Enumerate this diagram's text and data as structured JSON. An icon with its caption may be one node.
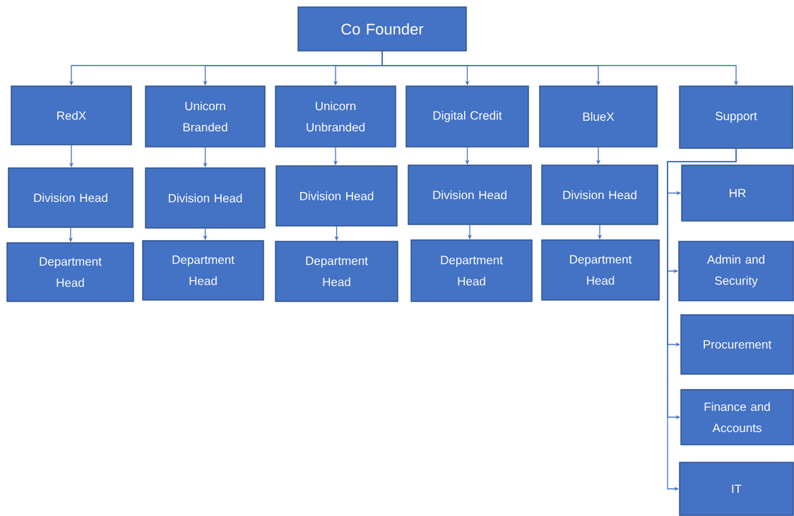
{
  "diagram": {
    "nodes": [
      {
        "text": [
          "Co Founder"
        ]
      },
      {
        "text": [
          "RedX"
        ]
      },
      {
        "text": [
          "Unicorn Branded"
        ]
      },
      {
        "text": [
          "Unicorn Unbranded"
        ]
      },
      {
        "text": [
          "Digital Credit"
        ]
      },
      {
        "text": [
          "BlueX"
        ]
      },
      {
        "text": [
          "Support"
        ]
      },
      {
        "text": [
          "Division Head"
        ]
      },
      {
        "text": [
          "Department Head"
        ]
      },
      {
        "text": [
          "Division Head"
        ]
      },
      {
        "text": [
          "Department Head"
        ]
      },
      {
        "text": [
          "Division Head"
        ]
      },
      {
        "text": [
          "Department Head"
        ]
      },
      {
        "text": [
          "Division Head"
        ]
      },
      {
        "text": [
          "Department Head"
        ]
      },
      {
        "text": [
          "Division Head"
        ]
      },
      {
        "text": [
          "Department Head"
        ]
      },
      {
        "text": [
          "HR"
        ]
      },
      {
        "text": [
          "Admin and Security"
        ]
      },
      {
        "text": [
          "Procurement"
        ]
      },
      {
        "text": [
          "Finance and Accounts"
        ]
      },
      {
        "text": [
          "IT"
        ]
      }
    ],
    "edges": [
      {
        "from": 0,
        "to": 1,
        "arrow": "to"
      },
      {
        "from": 0,
        "to": 2,
        "arrow": "to"
      },
      {
        "from": 0,
        "to": 3,
        "arrow": "to"
      },
      {
        "from": 0,
        "to": 4,
        "arrow": "to"
      },
      {
        "from": 0,
        "to": 5,
        "arrow": "to"
      },
      {
        "from": 0,
        "to": 6,
        "arrow": "to"
      },
      {
        "from": 1,
        "to": 7,
        "arrow": "to"
      },
      {
        "from": 7,
        "to": 8,
        "arrow": "to"
      },
      {
        "from": 2,
        "to": 9,
        "arrow": "to"
      },
      {
        "from": 9,
        "to": 10,
        "arrow": "to"
      },
      {
        "from": 3,
        "to": 11,
        "arrow": "to"
      },
      {
        "from": 11,
        "to": 12,
        "arrow": "to"
      },
      {
        "from": 4,
        "to": 13,
        "arrow": "to"
      },
      {
        "from": 13,
        "to": 14,
        "arrow": "to"
      },
      {
        "from": 5,
        "to": 15,
        "arrow": "to"
      },
      {
        "from": 15,
        "to": 16,
        "arrow": "to"
      },
      {
        "from": 6,
        "to": 17,
        "arrow": "to"
      },
      {
        "from": 6,
        "to": 18,
        "arrow": "to"
      },
      {
        "from": 6,
        "to": 19,
        "arrow": "to"
      },
      {
        "from": 6,
        "to": 20,
        "arrow": "to"
      },
      {
        "from": 6,
        "to": 21,
        "arrow": "to"
      }
    ]
  }
}
